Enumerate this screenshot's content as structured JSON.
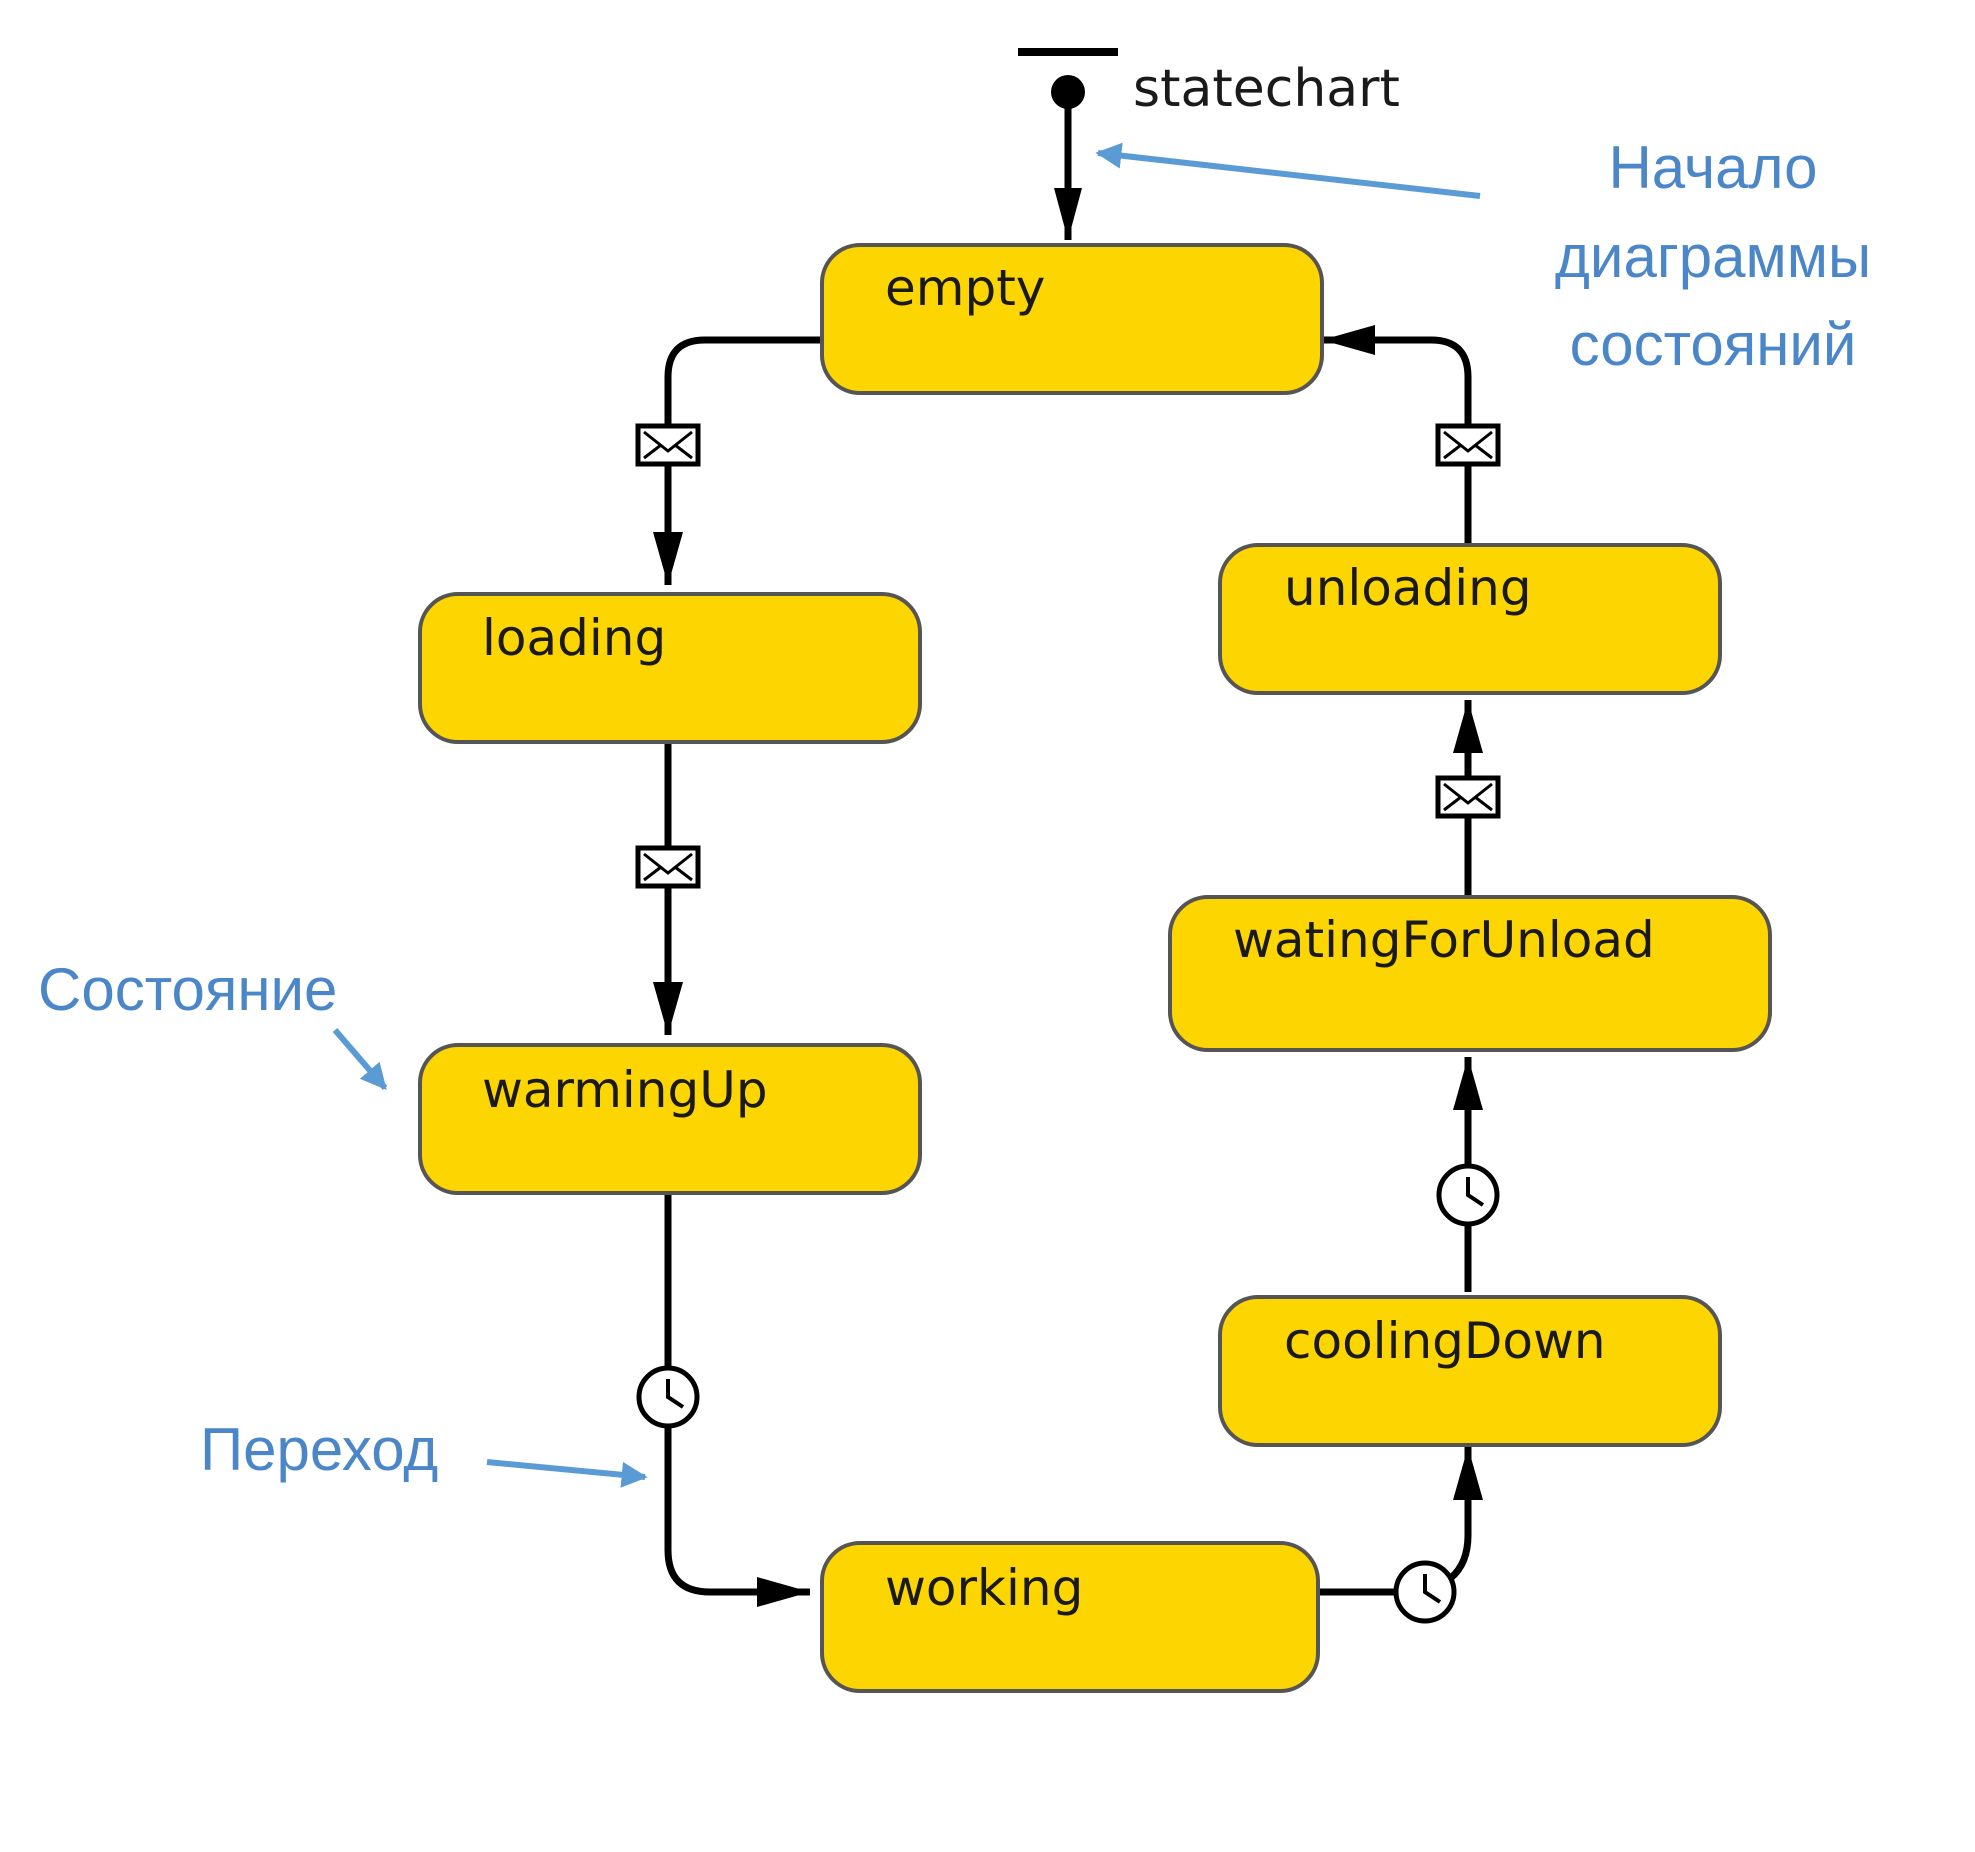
{
  "statechart_label": "statechart",
  "states": {
    "empty": "empty",
    "loading": "loading",
    "warmingUp": "warmingUp",
    "working": "working",
    "coolingDown": "coolingDown",
    "watingForUnload": "watingForUnload",
    "unloading": "unloading"
  },
  "annotations": {
    "start_line1": "Начало",
    "start_line2": "диаграммы",
    "start_line3": "состояний",
    "state": "Состояние",
    "transition": "Переход"
  },
  "colors": {
    "state_fill": "#FDD500",
    "state_stroke": "#555555",
    "annotation_text": "#4A86C8",
    "annotation_arrow": "#5B9BD5",
    "line": "#000000"
  },
  "icons": {
    "message": "envelope-icon",
    "timer": "clock-icon"
  }
}
